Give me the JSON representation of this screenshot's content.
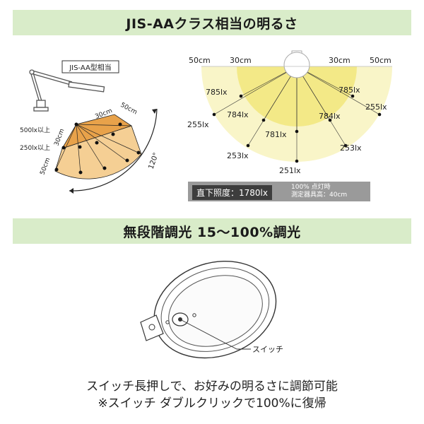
{
  "banner_top": "JIS-AAクラス相当の明るさ",
  "banner_bottom": "無段階調光 15～100%調光",
  "left_diagram": {
    "badge": "JIS-AA型相当",
    "lx500": "500lx以上",
    "lx250": "250lx以上",
    "cm30a": "30cm",
    "cm30b": "30cm",
    "cm50a": "50cm",
    "cm50b": "50cm",
    "angle": "120°"
  },
  "right_diagram": {
    "dist_50_left": "50cm",
    "dist_30_left": "30cm",
    "dist_30_right": "30cm",
    "dist_50_right": "50cm",
    "lux_785_left": "785lx",
    "lux_785_right": "785lx",
    "lux_255_left": "255lx",
    "lux_255_right": "255lx",
    "lux_784_left": "784lx",
    "lux_784_right": "784lx",
    "lux_781": "781lx",
    "lux_253_left": "253lx",
    "lux_253_right": "253lx",
    "lux_251": "251lx"
  },
  "status": {
    "direct": "直下照度：1780lx",
    "note_line1": "100% 点灯時",
    "note_line2": "測定器具高：40cm"
  },
  "switch_label": "スイッチ",
  "caption_line1": "スイッチ長押しで、お好みの明るさに調節可能",
  "caption_line2": "※スイッチ ダブルクリックで100%に復帰",
  "colors": {
    "banner_bg": "#d9ecc9",
    "inner_fan": "#e8a24a",
    "outer_fan": "#f5cf94",
    "light_yellow": "#f7f0b0"
  }
}
